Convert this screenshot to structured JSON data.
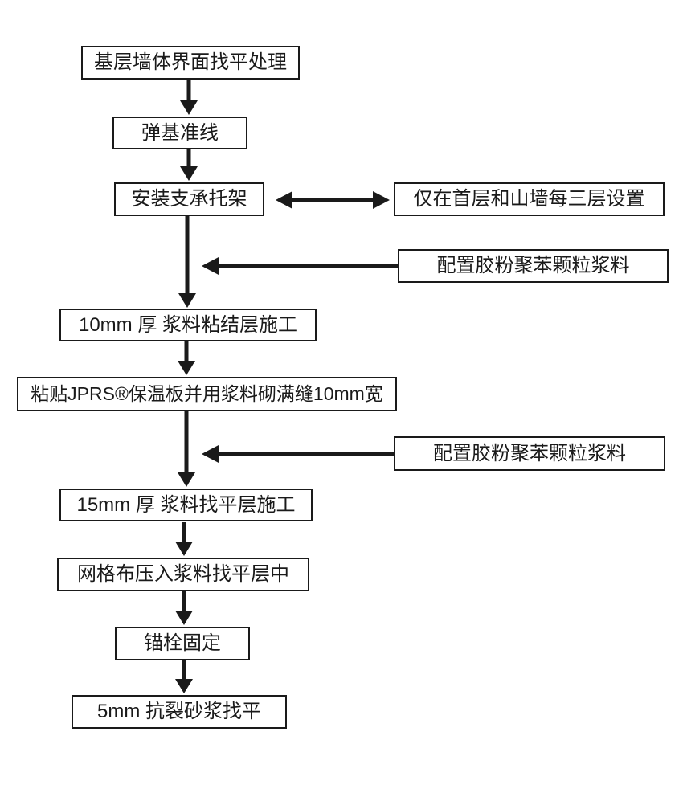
{
  "flowchart": {
    "background_color": "#ffffff",
    "line_color": "#1a1a1a",
    "nodes": {
      "step1": "基层墙体界面找平处理",
      "step2": "弹基准线",
      "step3": "安装支承托架",
      "side_note": "仅在首层和山墙每三层设置",
      "side_mix_1": "配置胶粉聚苯颗粒浆料",
      "step4": "10mm 厚 浆料粘结层施工",
      "step5": "粘贴JPRS®保温板并用浆料砌满缝10mm宽",
      "side_mix_2": "配置胶粉聚苯颗粒浆料",
      "step6": "15mm 厚 浆料找平层施工",
      "step7": "网格布压入浆料找平层中",
      "step8": "锚栓固定",
      "step9": "5mm 抗裂砂浆找平"
    }
  }
}
